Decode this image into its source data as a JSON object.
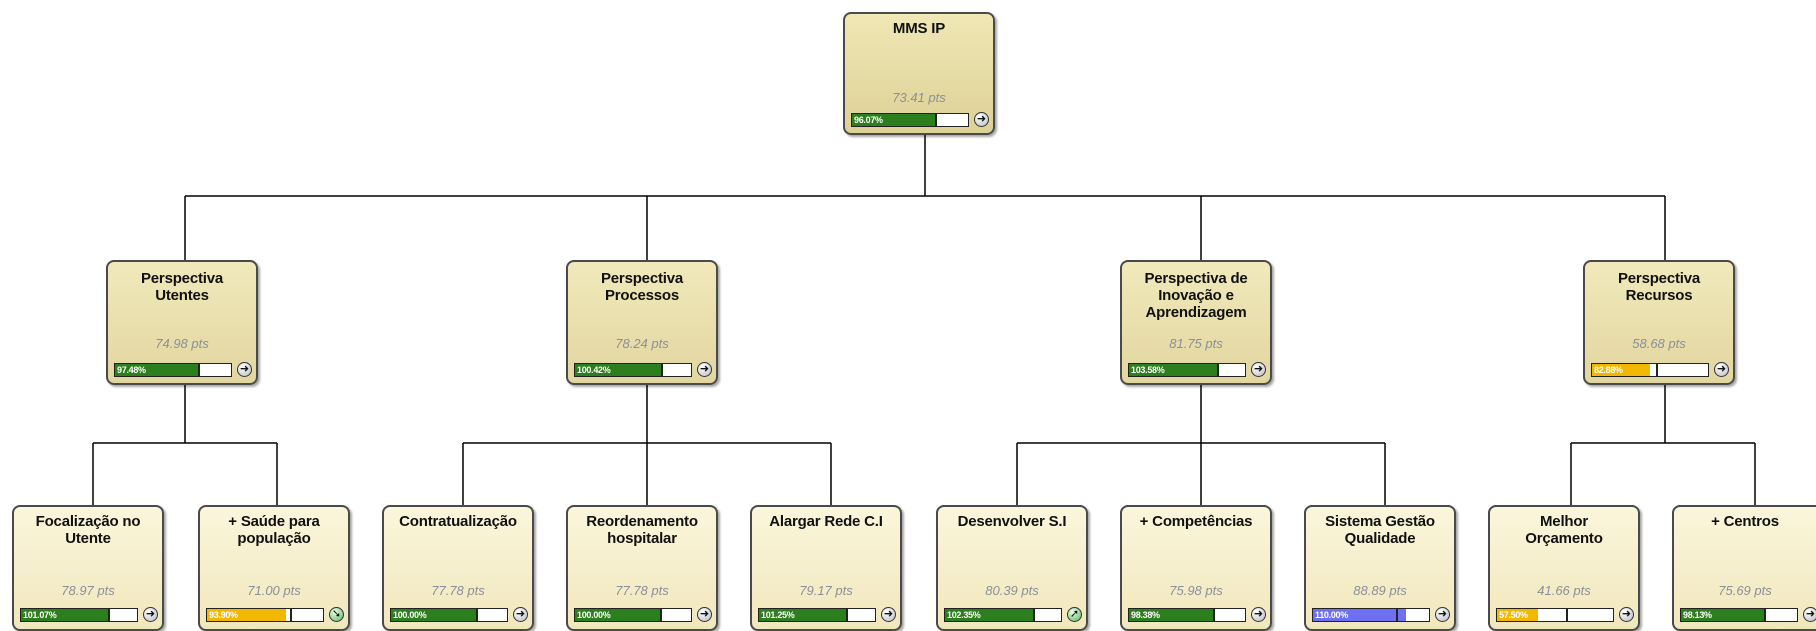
{
  "root": {
    "title": "MMS IP",
    "score": "73.41  pts",
    "percent": "96.07%",
    "progress": 0.72,
    "marker": 0.72,
    "color": "#2d7f1e",
    "arrow": "arrow-right-icon"
  },
  "perspectives": [
    {
      "title": "Perspectiva Utentes",
      "score": "74.98  pts",
      "percent": "97.48%",
      "progress": 0.72,
      "marker": 0.72,
      "color": "#2d7f1e",
      "arrow": "arrow-right-icon",
      "children": [
        {
          "title": "Focalização no Utente",
          "score": "78.97  pts",
          "percent": "101.07%",
          "progress": 0.76,
          "marker": 0.76,
          "color": "#2d7f1e",
          "arrow": "arrow-right-icon"
        },
        {
          "title": "+ Saúde para população",
          "score": "71.00  pts",
          "percent": "93.90%",
          "progress": 0.68,
          "marker": 0.72,
          "color": "#f2b800",
          "arrow": "arrow-diagonal-icon"
        }
      ]
    },
    {
      "title": "Perspectiva Processos",
      "score": "78.24  pts",
      "percent": "100.42%",
      "progress": 0.75,
      "marker": 0.75,
      "color": "#2d7f1e",
      "arrow": "arrow-right-icon",
      "children": [
        {
          "title": "Contratualização",
          "score": "77.78  pts",
          "percent": "100.00%",
          "progress": 0.74,
          "marker": 0.74,
          "color": "#2d7f1e",
          "arrow": "arrow-right-icon"
        },
        {
          "title": "Reordenamento hospitalar",
          "score": "77.78  pts",
          "percent": "100.00%",
          "progress": 0.74,
          "marker": 0.74,
          "color": "#2d7f1e",
          "arrow": "arrow-right-icon"
        },
        {
          "title": "Alargar Rede C.I",
          "score": "79.17  pts",
          "percent": "101.25%",
          "progress": 0.76,
          "marker": 0.76,
          "color": "#2d7f1e",
          "arrow": "arrow-right-icon"
        }
      ]
    },
    {
      "title": "Perspectiva de Inovação e Aprendizagem",
      "score": "81.75  pts",
      "percent": "103.58%",
      "progress": 0.77,
      "marker": 0.77,
      "color": "#2d7f1e",
      "arrow": "arrow-right-icon",
      "children": [
        {
          "title": "Desenvolver S.I",
          "score": "80.39  pts",
          "percent": "102.35%",
          "progress": 0.77,
          "marker": 0.77,
          "color": "#2d7f1e",
          "arrow": "arrow-up-right-icon"
        },
        {
          "title": "+ Competências",
          "score": "75.98  pts",
          "percent": "98.38%",
          "progress": 0.73,
          "marker": 0.73,
          "color": "#2d7f1e",
          "arrow": "arrow-right-icon"
        },
        {
          "title": "Sistema Gestão Qualidade",
          "score": "88.89  pts",
          "percent": "110.00%",
          "progress": 0.8,
          "marker": 0.72,
          "color": "#6f6ff2",
          "arrow": "arrow-right-icon"
        }
      ]
    },
    {
      "title": "Perspectiva Recursos",
      "score": "58.68  pts",
      "percent": "82.88%",
      "progress": 0.5,
      "marker": 0.56,
      "color": "#f2b800",
      "arrow": "arrow-right-icon",
      "children": [
        {
          "title": "Melhor Orçamento",
          "score": "41.66  pts",
          "percent": "57.50%",
          "progress": 0.35,
          "marker": 0.6,
          "color": "#f2b800",
          "arrow": "arrow-right-icon"
        },
        {
          "title": "+ Centros",
          "score": "75.69  pts",
          "percent": "98.13%",
          "progress": 0.72,
          "marker": 0.72,
          "color": "#2d7f1e",
          "arrow": "arrow-right-icon"
        }
      ]
    }
  ]
}
